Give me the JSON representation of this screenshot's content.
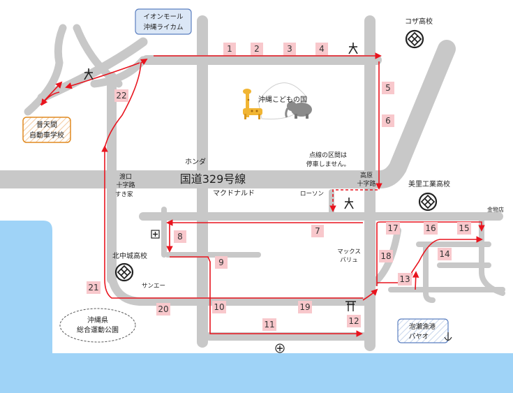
{
  "landmarks": {
    "aeon": {
      "line1": "イオンモール",
      "line2": "沖縄ライカム"
    },
    "futenma": {
      "line1": "普天間",
      "line2": "自動車学校"
    },
    "awase": {
      "line1": "泡瀬漁港",
      "line2": "パヤオ"
    },
    "park": {
      "line1": "沖縄県",
      "line2": "総合運動公園"
    },
    "koza": "コザ高校",
    "misato": "美里工業高校",
    "kitanakagusuku": "北中城高校",
    "kodomo": "沖縄こどもの国",
    "route329": "国道329号線",
    "honda": "ホンダ",
    "mcdonalds": "マクドナルド",
    "lawson": "ローソン",
    "sukiya": "すき家",
    "sanei": "サンエー",
    "maxvalu": {
      "line1": "マックス",
      "line2": "バリュ"
    },
    "kinmotsuten": "金物店",
    "toguchi": {
      "line1": "渡口",
      "line2": "十字路"
    },
    "takahara": {
      "line1": "高原",
      "line2": "十字路"
    },
    "dotted_note": {
      "line1": "点線の区間は",
      "line2": "停車しません。"
    }
  },
  "stops": [
    "1",
    "2",
    "3",
    "4",
    "5",
    "6",
    "7",
    "8",
    "9",
    "10",
    "11",
    "12",
    "13",
    "14",
    "15",
    "16",
    "17",
    "18",
    "19",
    "20",
    "21",
    "22"
  ],
  "colors": {
    "road": "#c8c8c8",
    "route": "#e8141e",
    "stop_bg": "#f8c8cc",
    "sea": "#9fd3f7"
  },
  "icons": [
    "school-icon",
    "university-icon",
    "hospital-icon",
    "shrine-icon",
    "anchor-icon",
    "giraffe-icon",
    "elephant-icon"
  ]
}
